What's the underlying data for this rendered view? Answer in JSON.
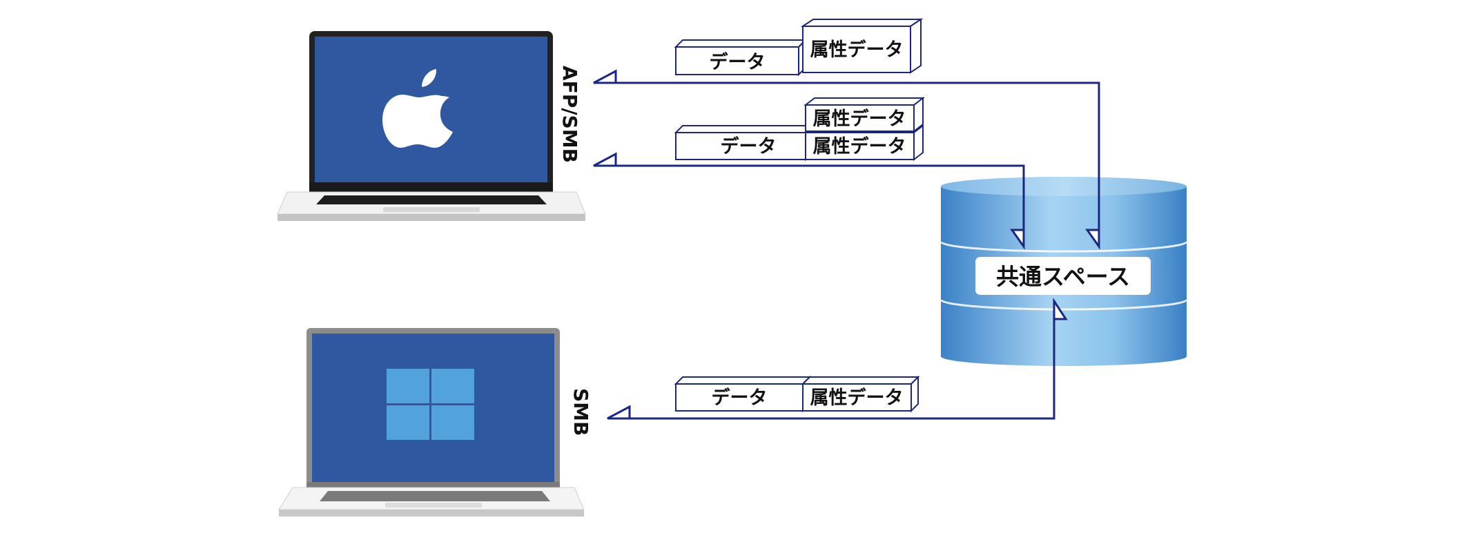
{
  "colors": {
    "screen_blue": "#2f58a0",
    "arrow_navy": "#1b2680",
    "box_navy": "#1b2680",
    "win_tile": "#52a3dc",
    "cylinder_light": "#9fcdee",
    "cylinder_mid": "#5f9fd6",
    "cylinder_dark": "#3b82c7",
    "laptop_frame_mac": "#222222",
    "laptop_frame_win": "#8c8c8c",
    "laptop_base": "#d9d9d9"
  },
  "storage": {
    "label": "共通スペース"
  },
  "connections": {
    "mac": {
      "protocol": "AFP/SMB"
    },
    "windows": {
      "protocol": "SMB"
    }
  },
  "packets": {
    "mac_return": {
      "data": "データ",
      "attr": "属性データ"
    },
    "mac_send": {
      "data": "データ",
      "attr_top": "属性データ",
      "attr_bottom": "属性データ"
    },
    "win_send": {
      "data": "データ",
      "attr": "属性データ"
    }
  },
  "icons": {
    "mac_logo": "apple-logo-icon",
    "win_logo": "windows-logo-icon"
  }
}
